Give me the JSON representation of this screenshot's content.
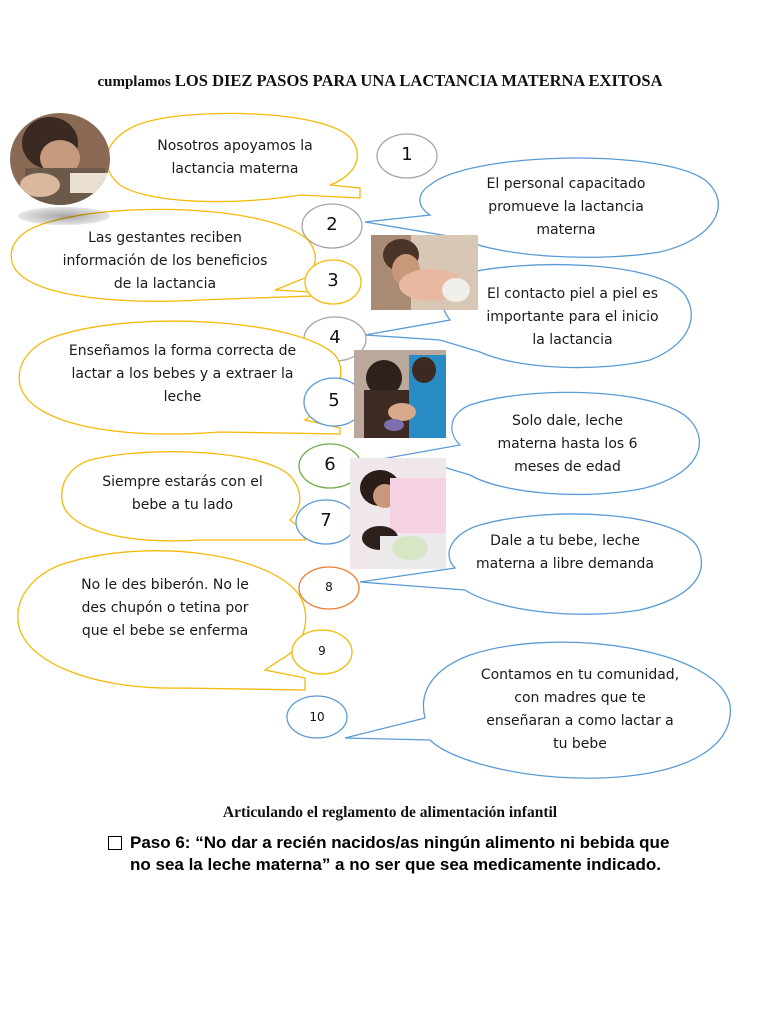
{
  "title": {
    "lead": "cumplamos",
    "rest": "LOS DIEZ PASOS PARA UNA LACTANCIA MATERNA EXITOSA"
  },
  "steps": [
    {
      "number": "1",
      "text": "Nosotros apoyamos la lactancia materna"
    },
    {
      "number": "2",
      "text": "El personal capacitado promueve la lactancia materna"
    },
    {
      "number": "3",
      "text": "Las gestantes reciben información de los beneficios de la lactancia"
    },
    {
      "number": "4",
      "text": "El contacto piel a piel es importante para el inicio la lactancia"
    },
    {
      "number": "5",
      "text": "Enseñamos la forma correcta de lactar a los bebes y a extraer la leche"
    },
    {
      "number": "6",
      "text": "Solo dale, leche materna hasta los 6 meses de edad"
    },
    {
      "number": "7",
      "text": "Siempre estarás con el bebe a tu lado"
    },
    {
      "number": "8",
      "text": "Dale a tu bebe, leche materna a libre demanda"
    },
    {
      "number": "9",
      "text": "No le des biberón. No le des chupón o tetina por que el bebe se enferma"
    },
    {
      "number": "10",
      "text": "Contamos en tu comunidad, con madres que te enseñaran a como lactar a tu bebe"
    }
  ],
  "subtitle": "Articulando el reglamento de alimentación infantil",
  "rule": "Paso 6: “No dar a recién nacidos/as ningún alimento ni bebida que no sea la leche materna” a no ser que sea medicamente indicado.",
  "colors": {
    "yellow_bubble": "#F5B90A",
    "blue_bubble": "#5B9BD5",
    "gray_circle": "#A6A6A6",
    "green_circle": "#70AD47",
    "orange_circle": "#ED7D31"
  }
}
